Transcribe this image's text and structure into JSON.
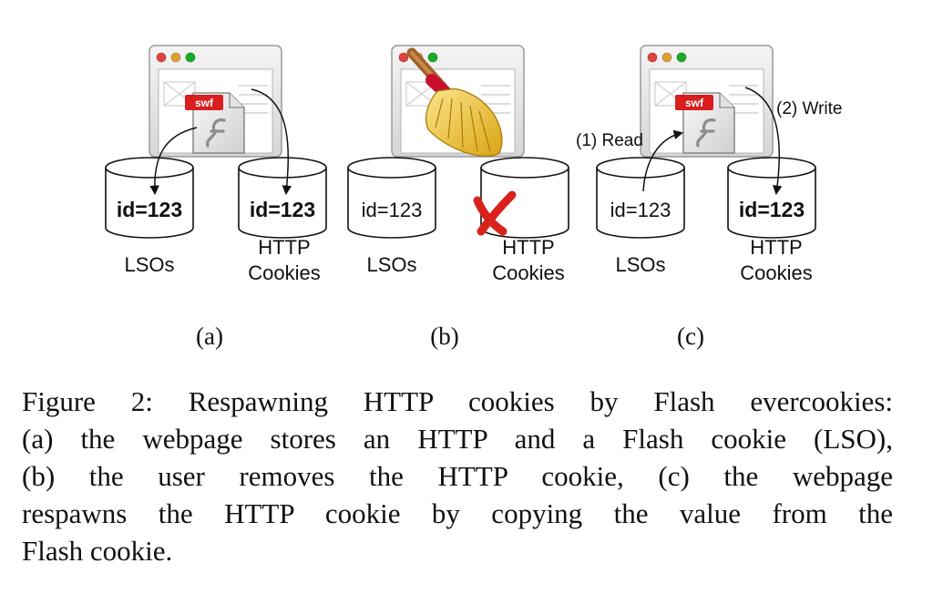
{
  "panels": [
    {
      "id": "a",
      "subcaption": "(a)",
      "left_store": {
        "label": "LSOs",
        "value": "id=123"
      },
      "right_store": {
        "label_line1": "HTTP",
        "label_line2": "Cookies",
        "value": "id=123"
      },
      "file_badge": "swf"
    },
    {
      "id": "b",
      "subcaption": "(b)",
      "left_store": {
        "label": "LSOs",
        "value": "id=123"
      },
      "right_store": {
        "label_line1": "HTTP",
        "label_line2": "Cookies",
        "value": ""
      }
    },
    {
      "id": "c",
      "subcaption": "(c)",
      "left_store": {
        "label": "LSOs",
        "value": "id=123"
      },
      "right_store": {
        "label_line1": "HTTP",
        "label_line2": "Cookies",
        "value": "id=123"
      },
      "file_badge": "swf",
      "read_label": "(1) Read",
      "write_label": "(2) Write"
    }
  ],
  "caption": {
    "lines": [
      "Figure 2: Respawning HTTP cookies by Flash evercookies:",
      "(a) the webpage stores an HTTP and a Flash cookie (LSO),",
      "(b) the user removes the HTTP cookie, (c) the webpage",
      "respawns the HTTP cookie by copying the value from the",
      "Flash cookie."
    ]
  },
  "colors": {
    "window_frame": "#e6e6e6",
    "window_button_close": "#e0443e",
    "window_button_min": "#dea123",
    "window_button_max": "#1aab29",
    "swf_badge": "#d81e1e",
    "delete_mark": "#d9221c",
    "broom_bristles": "#f1c232",
    "broom_handle": "#a0612a",
    "broom_band": "#c8102e"
  },
  "icons": {
    "window": "browser-window-icon",
    "file": "flash-file-icon",
    "broom": "broom-icon",
    "delete": "red-x-icon"
  }
}
